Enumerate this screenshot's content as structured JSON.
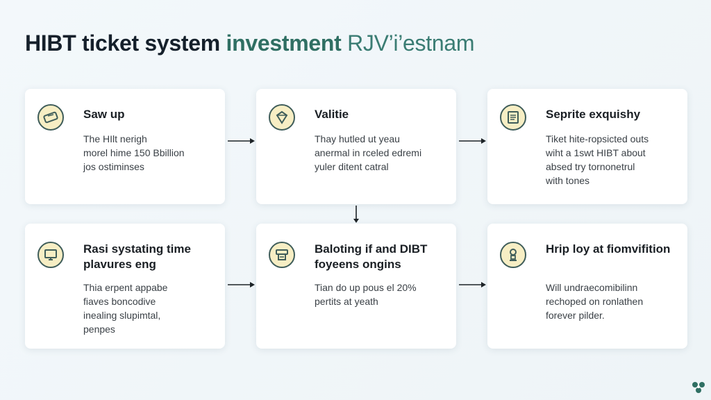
{
  "title": {
    "part1": "HIBT ticket system",
    "part2": "investment",
    "part3": "RJV’i’estnam"
  },
  "steps": [
    {
      "title": "Saw up",
      "desc": [
        "The HIlt nerigh",
        "morel hime 150 Bbillion",
        "jos ostiminses"
      ],
      "icon": "ticket-icon"
    },
    {
      "title": "Valitie",
      "desc": [
        "Thay hutled ut yeau",
        "anermal in rceled edremi",
        "yuler ditent catral"
      ],
      "icon": "diamond-icon"
    },
    {
      "title": "Seprite exquishy",
      "desc": [
        "Tiket hite-ropsicted outs",
        "wiht a 1swt HIBT about",
        "absed try tornonetrul",
        "with tones"
      ],
      "icon": "document-icon"
    },
    {
      "title": "Rasi systating time plavures eng",
      "desc": [
        "Thia erpent appabe",
        "fiaves boncodive",
        "inealing slupimtal,",
        "penpes"
      ],
      "icon": "monitor-icon"
    },
    {
      "title": "Baloting if and DIBT foyeens ongins",
      "desc": [
        "Tian do up pous el 20%",
        "pertits at yeath"
      ],
      "icon": "ticket-machine-icon"
    },
    {
      "title": "Hrip loy at fiomvifition",
      "desc": [
        "Will undraecomibilinn",
        "rechoped on ronlathen",
        "forever pilder."
      ],
      "icon": "award-icon"
    }
  ],
  "colors": {
    "accent": "#2f6f63",
    "icon_fill": "#f7eec4",
    "icon_stroke": "#3f5d5a"
  }
}
